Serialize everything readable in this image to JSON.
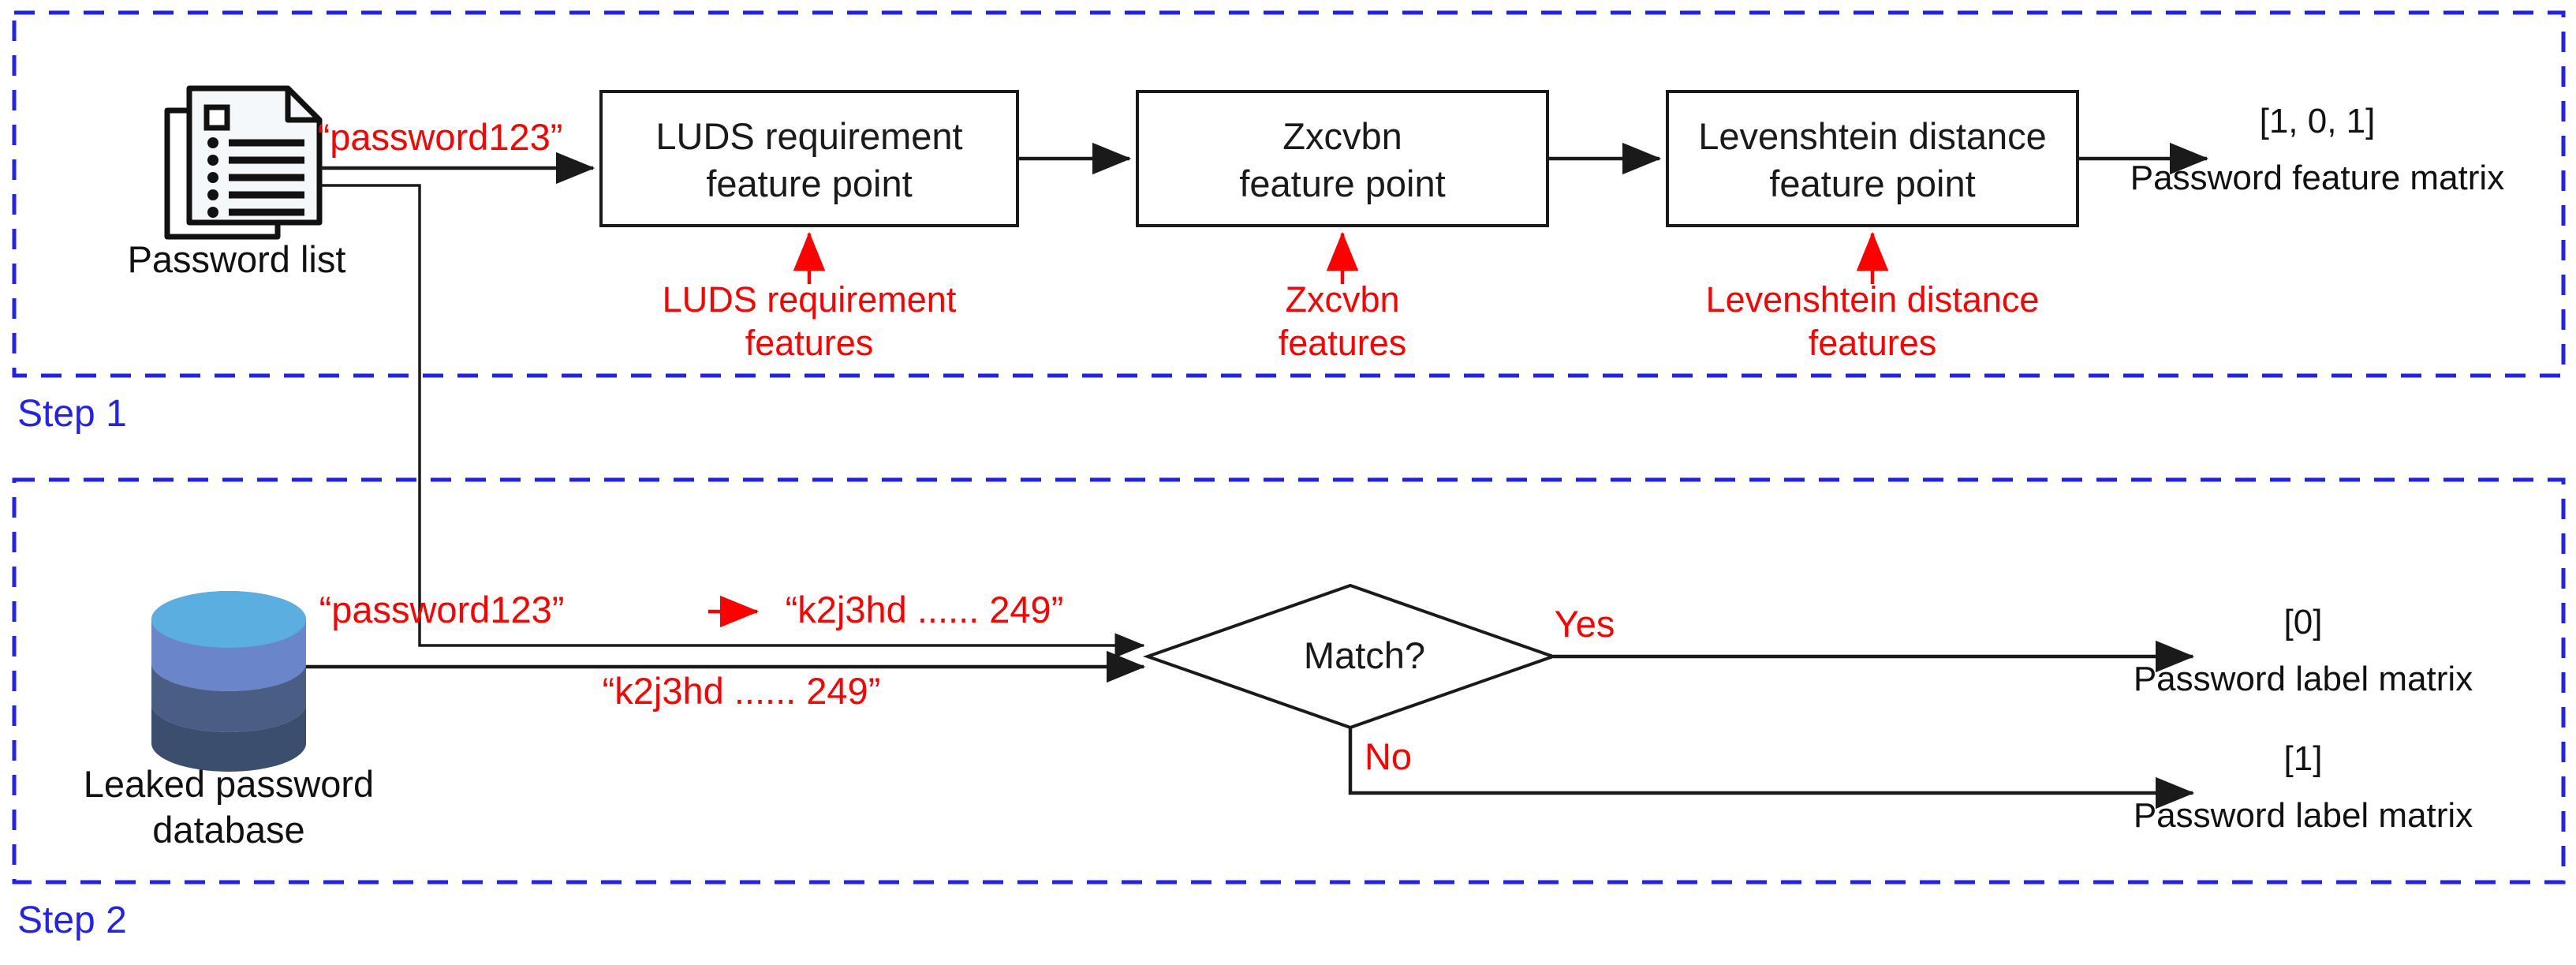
{
  "diagram": {
    "title": "Password feature and label generation pipeline",
    "colors": {
      "region_border": "#2222ee",
      "step_label": "#2222ee",
      "annotation_red": "#fe0000",
      "flow_black": "#1a1a1a",
      "db_top": "#5aaee0",
      "db_band1": "#6b85cb",
      "db_band2": "#4a5e85",
      "db_band3": "#3c4e6e"
    },
    "step1": {
      "label": "Step 1",
      "source": {
        "icon": "document-list-icon",
        "caption": "Password list"
      },
      "input_annotation": "“password123”",
      "boxes": [
        {
          "line1": "LUDS requirement",
          "line2": "feature point",
          "feature_line1": "LUDS requirement",
          "feature_line2": "features"
        },
        {
          "line1": "Zxcvbn",
          "line2": "feature point",
          "feature_line1": "Zxcvbn",
          "feature_line2": "features"
        },
        {
          "line1": "Levenshtein distance",
          "line2": "feature point",
          "feature_line1": "Levenshtein distance",
          "feature_line2": "features"
        }
      ],
      "output": {
        "value": "[1, 0, 1]",
        "caption": "Password feature matrix"
      }
    },
    "step2": {
      "label": "Step 2",
      "source": {
        "icon": "database-cylinder-icon",
        "caption_line1": "Leaked password",
        "caption_line2": "database"
      },
      "hash_annotation_left": "“password123”",
      "hash_annotation_arrow": "→",
      "hash_annotation_right": "“k2j3hd ...... 249”",
      "db_annotation": "“k2j3hd ...... 249”",
      "decision": "Match?",
      "branch_yes": "Yes",
      "branch_no": "No",
      "output_yes": {
        "value": "[0]",
        "caption": "Password label matrix"
      },
      "output_no": {
        "value": "[1]",
        "caption": "Password label matrix"
      }
    }
  }
}
